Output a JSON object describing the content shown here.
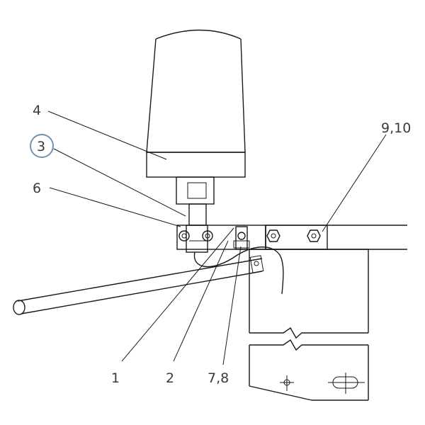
{
  "callouts": {
    "c1": "1",
    "c2": "2",
    "c3": "3",
    "c4": "4",
    "c6": "6",
    "c78": "7,8",
    "c910": "9,10"
  },
  "highlighted_callout": "3",
  "colors": {
    "line": "#1a1a1a",
    "text": "#3a3a3a",
    "highlight": "#6e93b8"
  }
}
